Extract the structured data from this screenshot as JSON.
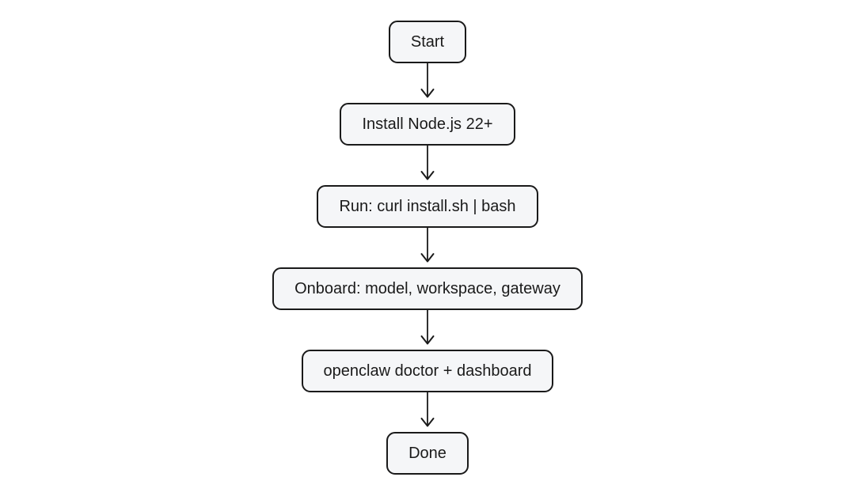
{
  "page": {
    "background": "#ffffff"
  },
  "flowchart": {
    "type": "flowchart",
    "direction": "top-down",
    "colors": {
      "node_fill": "#f5f6f8",
      "node_border": "#1a1a1a",
      "text": "#1a1a1a",
      "arrow": "#1a1a1a"
    },
    "nodes": [
      {
        "id": "start",
        "label": "Start"
      },
      {
        "id": "install-node",
        "label": "Install Node.js 22+"
      },
      {
        "id": "run-install",
        "label": "Run: curl install.sh | bash"
      },
      {
        "id": "onboard",
        "label": "Onboard: model, workspace, gateway"
      },
      {
        "id": "doctor-dashboard",
        "label": "openclaw doctor + dashboard"
      },
      {
        "id": "done",
        "label": "Done"
      }
    ],
    "edges": [
      {
        "from": "start",
        "to": "install-node"
      },
      {
        "from": "install-node",
        "to": "run-install"
      },
      {
        "from": "run-install",
        "to": "onboard"
      },
      {
        "from": "onboard",
        "to": "doctor-dashboard"
      },
      {
        "from": "doctor-dashboard",
        "to": "done"
      }
    ]
  }
}
